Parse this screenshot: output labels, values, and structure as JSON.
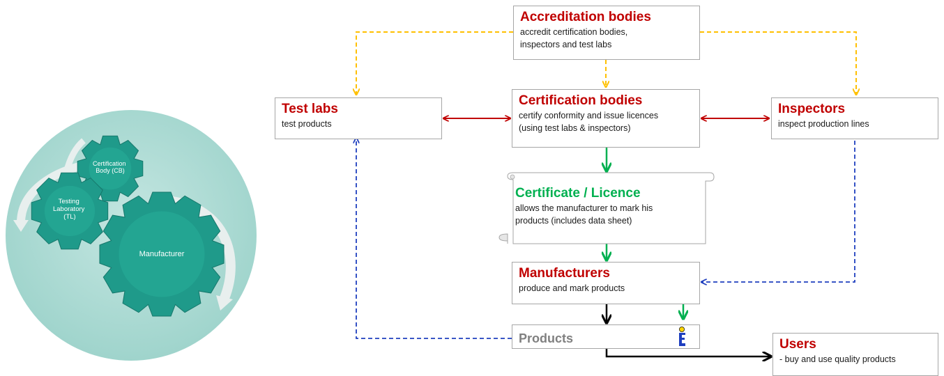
{
  "colors": {
    "title_red": "#c00000",
    "certificate_green": "#00b050",
    "accreditation_dashed": "#ffc000",
    "feedback_dashed": "#1f3fbf",
    "red_arrow": "#c00000",
    "green_arrow": "#00b050",
    "black_arrow": "#000000",
    "gear_teal": "#1f9a8a",
    "circle_bg": "#a8d8d2",
    "products_gray": "#808080"
  },
  "gears": {
    "certification_body": [
      "Certification",
      "Body (CB)"
    ],
    "testing_laboratory": [
      "Testing",
      "Laboratory",
      "(TL)"
    ],
    "manufacturer": "Manufacturer"
  },
  "nodes": {
    "accreditation": {
      "title": "Accreditation bodies",
      "desc": [
        "accredit certification bodies,",
        "inspectors and test labs"
      ]
    },
    "testlabs": {
      "title": "Test labs",
      "desc": [
        "test products"
      ]
    },
    "certification": {
      "title": "Certification bodies",
      "desc": [
        "certify conformity and issue licences",
        "(using test labs & inspectors)"
      ]
    },
    "inspectors": {
      "title": "Inspectors",
      "desc": [
        "inspect production lines"
      ]
    },
    "certificate": {
      "title": "Certificate / Licence",
      "desc": [
        "allows the manufacturer to mark his",
        "products (includes data sheet)"
      ]
    },
    "manufacturers": {
      "title": "Manufacturers",
      "desc": [
        "produce and mark products"
      ]
    },
    "products": {
      "title": "Products"
    },
    "users": {
      "title": "Users",
      "desc": [
        "- buy and use quality products"
      ]
    }
  },
  "icons": {
    "products_mark": "quality-mark-icon"
  }
}
